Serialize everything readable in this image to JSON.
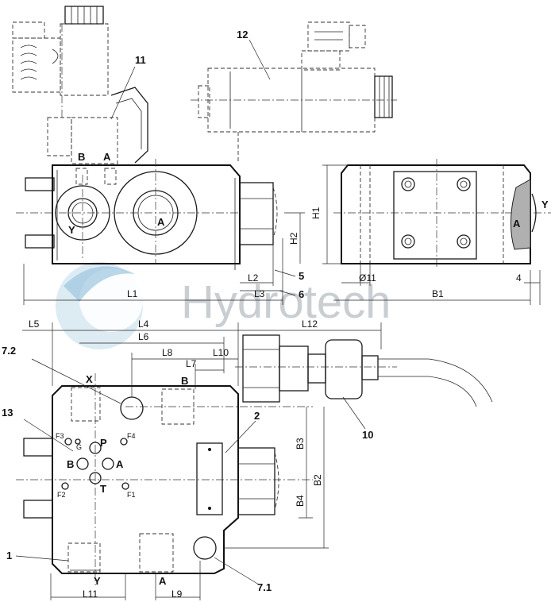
{
  "watermark": {
    "text": "Hydrotech"
  },
  "callouts": {
    "n11": "11",
    "n12": "12",
    "n5": "5",
    "n6": "6",
    "n7_2": "7.2",
    "n13": "13",
    "n2": "2",
    "n10": "10",
    "n1": "1",
    "n7_1": "7.1"
  },
  "ports": {
    "b_top": "B",
    "a_top": "A",
    "y_front": "Y",
    "a_front": "A",
    "a_side": "A",
    "y_side": "Y",
    "x_plan": "X",
    "b_plan": "B",
    "p": "P",
    "b_mid": "B",
    "a_mid": "A",
    "t": "T",
    "y_bottom": "Y",
    "a_bottom": "A",
    "f1": "F1",
    "f2": "F2",
    "f3": "F3",
    "f4": "F4",
    "g": "G"
  },
  "dimensions": {
    "h1": "H1",
    "h2": "H2",
    "l1": "L1",
    "l2": "L2",
    "l3": "L3",
    "phi11": "Ø11",
    "b1": "B1",
    "four": "4",
    "l4": "L4",
    "l5": "L5",
    "l6": "L6",
    "l7": "L7",
    "l8": "L8",
    "l9": "L9",
    "l10": "L10",
    "l11": "L11",
    "l12": "L12",
    "b2": "B2",
    "b3": "B3",
    "b4": "B4"
  }
}
